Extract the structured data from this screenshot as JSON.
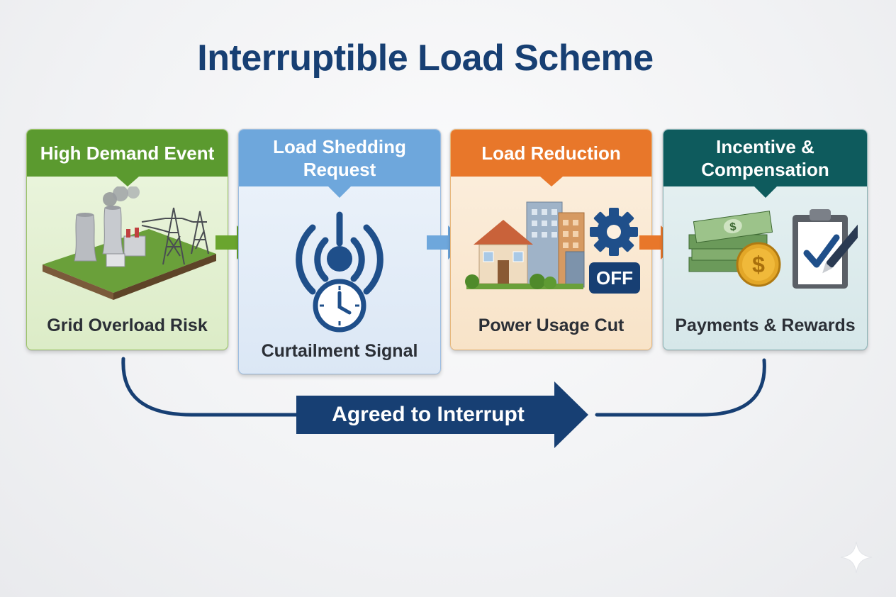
{
  "title": "Interruptible Load Scheme",
  "steps": [
    {
      "heading": "High Demand Event",
      "caption": "Grid Overload Risk",
      "icon": "power-plant-icon",
      "color": "#5b9a2f"
    },
    {
      "heading": "Load Shedding Request",
      "caption": "Curtailment Signal",
      "icon": "power-signal-clock-icon",
      "color": "#6ea7dc"
    },
    {
      "heading": "Load Reduction",
      "caption": "Power Usage Cut",
      "icon": "buildings-gear-off-icon",
      "color": "#e8772a",
      "badge": "OFF"
    },
    {
      "heading": "Incentive & Compensation",
      "caption": "Payments & Rewards",
      "icon": "money-checklist-icon",
      "color": "#0e5b5d"
    }
  ],
  "footer_arrow": {
    "label": "Agreed to Interrupt",
    "color": "#173f73"
  }
}
